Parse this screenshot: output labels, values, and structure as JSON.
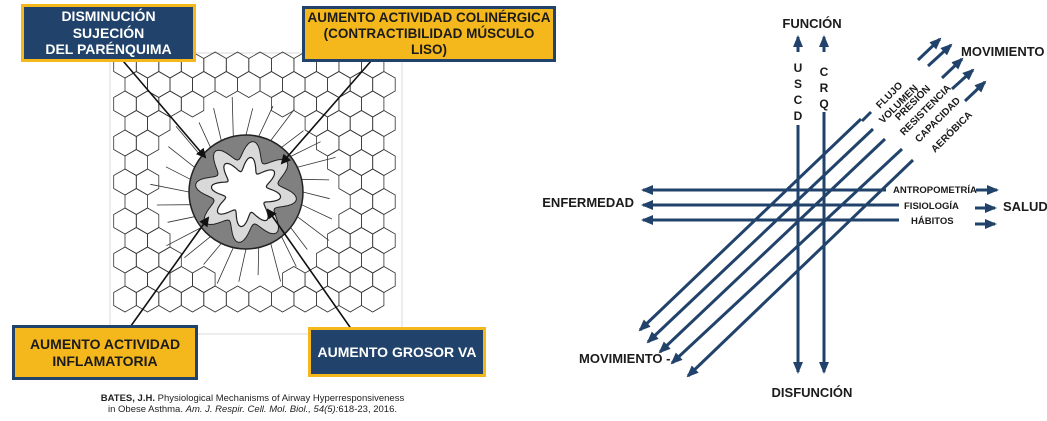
{
  "left_figure": {
    "box_top_left": [
      "DISMINUCIÓN SUJECIÓN",
      "DEL PARÉNQUIMA"
    ],
    "box_top_right": [
      "AUMENTO ACTIVIDAD COLINÉRGICA",
      "(CONTRACTIBILIDAD MÚSCULO LISO)"
    ],
    "box_bottom_left": [
      "AUMENTO ACTIVIDAD",
      "INFLAMATORIA"
    ],
    "box_bottom_right": "AUMENTO GROSOR VA",
    "citation": {
      "author": "BATES, J.H.",
      "title_line1": "Physiological Mechanisms of Airway Hyperresponsiveness",
      "title_line2": "in Obese Asthma.",
      "journal": "Am. J. Respir. Cell. Mol. Biol., 54(5):",
      "pages": "618-23, 2016."
    }
  },
  "right_figure": {
    "top_label": "FUNCIÓN",
    "bottom_label": "DISFUNCIÓN",
    "left_label": "ENFERMEDAD",
    "right_label": "SALUD",
    "movement_plus": "MOVIMIENTO +",
    "movement_minus": "MOVIMIENTO -",
    "vertical_letters_1": [
      "U",
      "S",
      "C",
      "D"
    ],
    "vertical_letters_2": [
      "C",
      "R",
      "Q"
    ],
    "diagonal_labels": [
      "FLUJO",
      "VOLUMEN",
      "PRESIÓN",
      "RESISTENCIA",
      "CAPACIDAD",
      "AERÓBICA"
    ],
    "horizontal_labels": [
      "ANTROPOMETRÍA",
      "FISIOLOGÍA",
      "HÁBITOS"
    ]
  },
  "colors": {
    "navy": "#21436b",
    "gold": "#f5b81c",
    "tissue": "#808080"
  }
}
